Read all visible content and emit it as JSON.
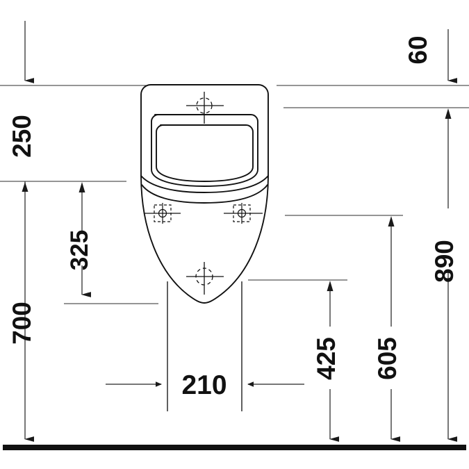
{
  "drawing": {
    "title": "Urinal technical dimension drawing",
    "type": "front-elevation-dimension-drawing",
    "units": "mm",
    "line_color": "#1a1a1a",
    "dimension_line_color": "#4a4a4a",
    "background_color": "#ffffff",
    "floor_line_color": "#111111"
  },
  "dimensions": {
    "top_clearance": {
      "value": "60",
      "orientation": "vertical-rotated",
      "side": "right"
    },
    "bowl_height": {
      "value": "250",
      "orientation": "vertical-rotated",
      "side": "left"
    },
    "fixing_to_bowl_bottom": {
      "value": "325",
      "orientation": "vertical-rotated",
      "side": "left"
    },
    "fixing_height_from_floor": {
      "value": "700",
      "orientation": "vertical-rotated",
      "side": "left"
    },
    "width": {
      "value": "210",
      "orientation": "horizontal",
      "side": "center"
    },
    "outlet_height_from_floor": {
      "value": "425",
      "orientation": "vertical-rotated",
      "side": "right"
    },
    "lower_fixing_from_floor": {
      "value": "605",
      "orientation": "vertical-rotated",
      "side": "right"
    },
    "total_height": {
      "value": "890",
      "orientation": "vertical-rotated",
      "side": "right"
    }
  },
  "markers": {
    "top_fixing_point": "center-cross-circle-marker",
    "left_wall_fixing": "wall-fixing-marker",
    "right_wall_fixing": "wall-fixing-marker",
    "outlet_point": "outlet-center-marker"
  },
  "floor": {
    "label": "floor-reference-line"
  }
}
